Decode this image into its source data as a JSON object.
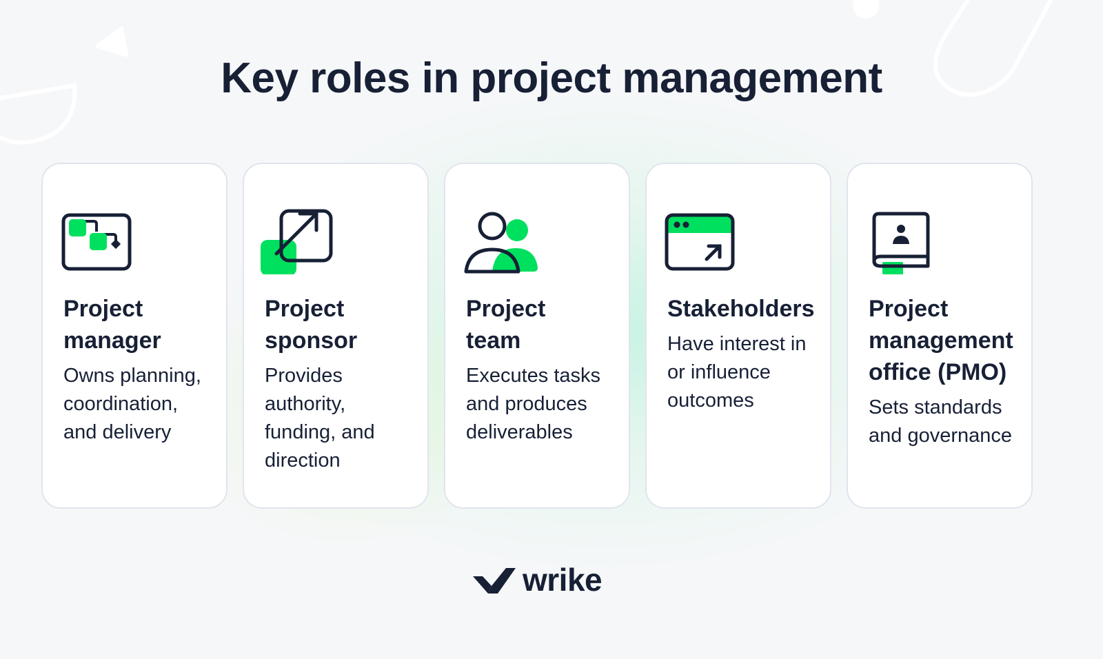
{
  "title": "Key roles in project management",
  "colors": {
    "navy": "#172035",
    "green": "#00e05f",
    "card_border": "#e1e4ee",
    "background": "#f6f7f9"
  },
  "cards": [
    {
      "icon": "workflow-icon",
      "title": "Project manager",
      "title_lines": [
        "Project",
        "manager"
      ],
      "description": "Owns planning, coordination, and delivery"
    },
    {
      "icon": "expand-arrow-icon",
      "title": "Project sponsor",
      "title_lines": [
        "Project",
        "sponsor"
      ],
      "description": "Provides authority, funding, and direction"
    },
    {
      "icon": "team-users-icon",
      "title": "Project team",
      "title_lines": [
        "Project",
        "team"
      ],
      "description": "Executes tasks and produces deliverables"
    },
    {
      "icon": "browser-window-arrow-icon",
      "title": "Stakeholders",
      "title_lines": [
        "Stakeholders"
      ],
      "description": "Have interest in or influence outcomes"
    },
    {
      "icon": "book-profile-bookmark-icon",
      "title": "Project management office (PMO)",
      "title_lines": [
        "Project",
        "management",
        "office (PMO)"
      ],
      "description": "Sets standards and governance"
    }
  ],
  "logo": {
    "icon": "wrike-checkmark-icon",
    "text": "wrike"
  }
}
